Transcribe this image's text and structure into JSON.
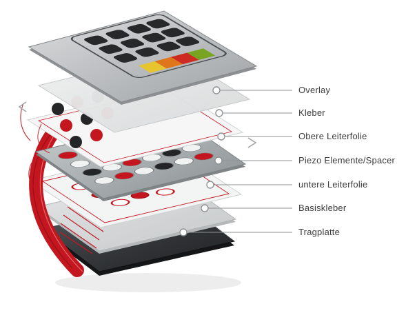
{
  "diagram": {
    "labels": [
      {
        "text": "Overlay"
      },
      {
        "text": "Kleber"
      },
      {
        "text": "Obere Leiterfolie"
      },
      {
        "text": "Piezo Elemente/Spacer"
      },
      {
        "text": "untere Leiterfolie"
      },
      {
        "text": "Basiskleber"
      },
      {
        "text": "Tragplatte"
      }
    ],
    "colors": {
      "accent_red": "#c4161f",
      "dark_plate": "#212425",
      "metal_gray": "#aeb1b3",
      "leader_gray": "#8f9294",
      "label_text": "#3c3c3c",
      "bar_yellow": "#e6c52e",
      "bar_orange": "#e0761c",
      "bar_red": "#cd2b20",
      "bar_green": "#79a422"
    }
  }
}
